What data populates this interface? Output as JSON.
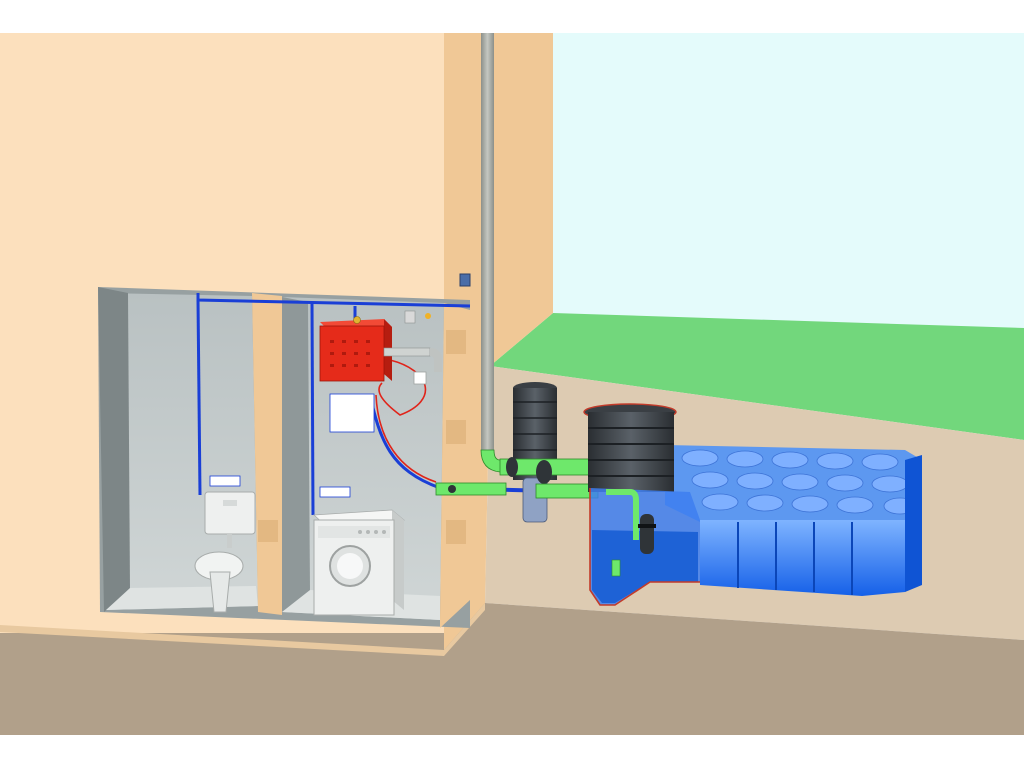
{
  "scene": {
    "kind": "rainwater-harvesting-system-cutaway",
    "components": [
      {
        "name": "house-wall-section",
        "icon": "wall-icon"
      },
      {
        "name": "toilet-room",
        "icon": "toilet-icon"
      },
      {
        "name": "laundry-room",
        "icon": "washing-machine-icon"
      },
      {
        "name": "pump-control-unit",
        "icon": "control-box-icon"
      },
      {
        "name": "downpipe",
        "icon": "pipe-icon"
      },
      {
        "name": "filter-shaft",
        "icon": "filter-icon"
      },
      {
        "name": "inspection-dome",
        "icon": "dome-icon"
      },
      {
        "name": "storage-tank-modules",
        "icon": "tank-icon"
      },
      {
        "name": "floating-intake",
        "icon": "intake-icon"
      }
    ],
    "colors": {
      "wall_face": "#fce0bd",
      "wall_side": "#f0c896",
      "sky": "#e4fbfb",
      "grass": "#72d77c",
      "soil": "#ddcbb2",
      "floor_band": "#b1a08a",
      "tank_blue": "#1e6ff0",
      "control_red": "#e52b1a",
      "pipe_green": "#6ee86b",
      "water_line_blue": "#1a3fd6",
      "downpipe_grey": "#a9ada6"
    }
  },
  "labels": {
    "info_panel_lines": [
      "",
      "",
      "",
      "",
      "",
      "",
      ""
    ]
  }
}
